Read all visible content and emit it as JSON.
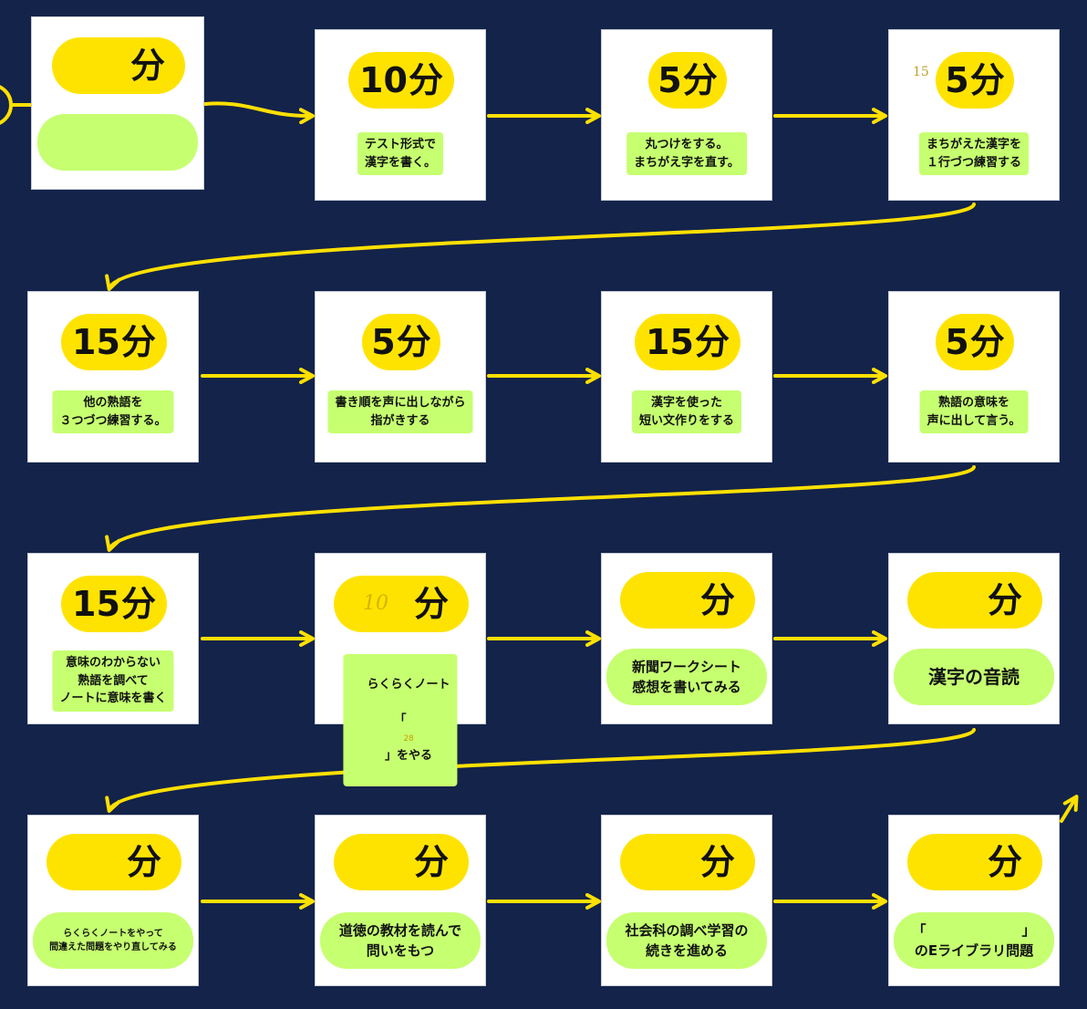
{
  "colors": {
    "background": "#13234a",
    "card": "#ffffff",
    "time_badge": "#ffe300",
    "task_badge": "#c6ff70",
    "arrow": "#ffe000"
  },
  "unit": "分",
  "cards": [
    {
      "time": "",
      "task": ""
    },
    {
      "time": "10",
      "task": "テスト形式で\n漢字を書く。"
    },
    {
      "time": "5",
      "task": "丸つけをする。\nまちがえ字を直す。"
    },
    {
      "time": "5",
      "scribble": "15",
      "task": "まちがえた漢字を\n１行づつ練習する"
    },
    {
      "time": "15",
      "task": "他の熟語を\n３つづつ練習する。"
    },
    {
      "time": "5",
      "task": "書き順を声に出しながら\n指がきする"
    },
    {
      "time": "15",
      "task": "漢字を使った\n短い文作りをする"
    },
    {
      "time": "5",
      "task": "熟語の意味を\n声に出して言う。"
    },
    {
      "time": "15",
      "task": "意味のわからない\n熟語を調べて\nノートに意味を書く"
    },
    {
      "time": "",
      "handwritten_time": "10",
      "task_lines": [
        "らくらくノート",
        "「",
        "28",
        "」をやる"
      ]
    },
    {
      "time": "",
      "task": "新聞ワークシート\n感想を書いてみる"
    },
    {
      "time": "",
      "task": "漢字の音読"
    },
    {
      "time": "",
      "task": "らくらくノートをやって\n間違えた問題をやり直してみる"
    },
    {
      "time": "",
      "task": "道徳の教材を読んで\n問いをもつ"
    },
    {
      "time": "",
      "task": "社会科の調べ学習の\n続きを進める"
    },
    {
      "time": "",
      "task": "「　　　　　　　」\nのEライブラリ問題"
    }
  ]
}
